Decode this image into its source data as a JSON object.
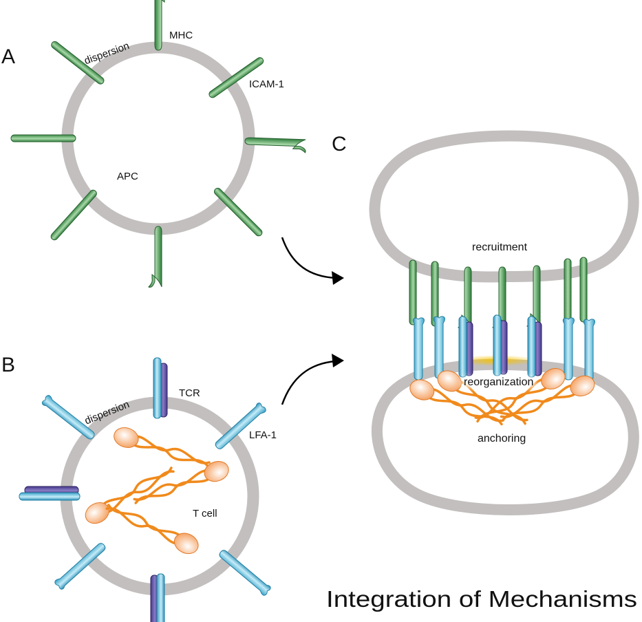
{
  "panels": {
    "a": "A",
    "b": "B",
    "c": "C"
  },
  "panel_a": {
    "dispersion": "dispersion",
    "mhc": "MHC",
    "icam": "ICAM-1",
    "cell": "APC"
  },
  "panel_b": {
    "dispersion": "dispersion",
    "tcr": "TCR",
    "lfa": "LFA-1",
    "cell": "T cell"
  },
  "panel_c": {
    "recruitment": "recruitment",
    "reorganization": "reorganization",
    "anchoring": "anchoring"
  },
  "title": "Integration of Mechanisms",
  "colors": {
    "membrane": "#c2bfbe",
    "mhc_icam": "#5aa45f",
    "tcr_lfa": "#5bb9d9",
    "tcr_partner": "#5b4a9a",
    "actin": "#f08a1c",
    "actin_head": "#f7b27a",
    "synapse_glow": "#f5c400"
  },
  "icons": {
    "receptor": "rod-receptor-icon",
    "actin": "actin-filament-icon",
    "arrow": "curved-arrow-icon"
  }
}
